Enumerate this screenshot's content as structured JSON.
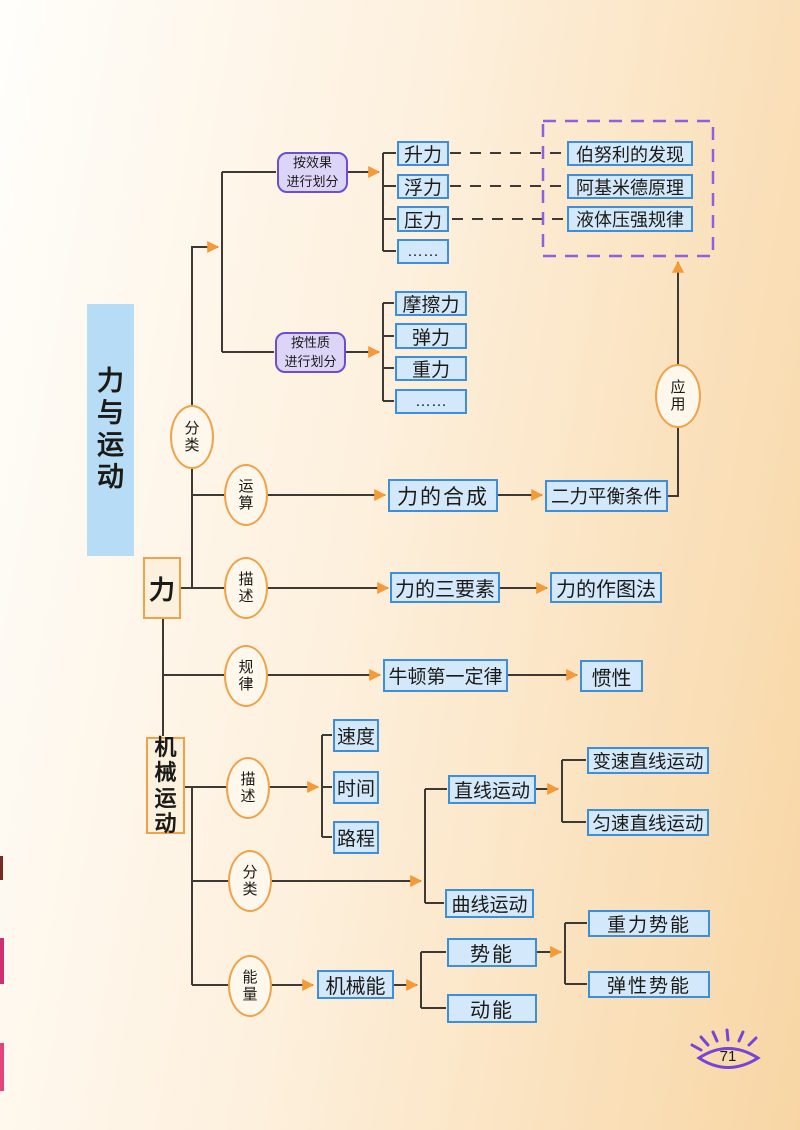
{
  "page_number": "71",
  "title": "力与运动",
  "colors": {
    "bg-left": "#fffefb",
    "bg-right": "#f8d6a4",
    "blue-fill": "#d3e9fb",
    "blue-border": "#3e8ede",
    "purple-fill": "#ddd5f8",
    "purple-border": "#6b4ed2",
    "orange": "#f0a24a",
    "line": "#3d3a35",
    "arrow": "#f49a38",
    "title-fill": "#b7dcf6",
    "dashed-purple": "#8f5fe0",
    "eye-purple": "#7445d8"
  },
  "n": {
    "force": "力",
    "mech_motion": "机械运动",
    "classify_force": "分类",
    "operation": "运算",
    "describe_force": "描述",
    "law": "规律",
    "describe_motion": "描述",
    "classify_motion": "分类",
    "energy": "能量",
    "application": "应用",
    "by_effect_1": "按效果",
    "by_effect_2": "进行划分",
    "by_nature_1": "按性质",
    "by_nature_2": "进行划分",
    "lift": "升力",
    "buoyancy": "浮力",
    "pressure": "压力",
    "ellipsis_effect": "……",
    "bernoulli": "伯努利的发现",
    "archimedes": "阿基米德原理",
    "liquid_pressure": "液体压强规律",
    "friction": "摩擦力",
    "elastic_force": "弹力",
    "gravity": "重力",
    "ellipsis_nature": "……",
    "force_composition": "力的合成",
    "two_force_balance": "二力平衡条件",
    "three_elements": "力的三要素",
    "force_drawing": "力的作图法",
    "newton_first_law": "牛顿第一定律",
    "inertia": "惯性",
    "speed": "速度",
    "time": "时间",
    "distance": "路程",
    "linear_motion": "直线运动",
    "variable_linear": "变速直线运动",
    "uniform_linear": "匀速直线运动",
    "curved_motion": "曲线运动",
    "mechanical_energy": "机械能",
    "potential_energy": "势能",
    "kinetic_energy": "动能",
    "gravitational_pe": "重力势能",
    "elastic_pe": "弹性势能"
  }
}
